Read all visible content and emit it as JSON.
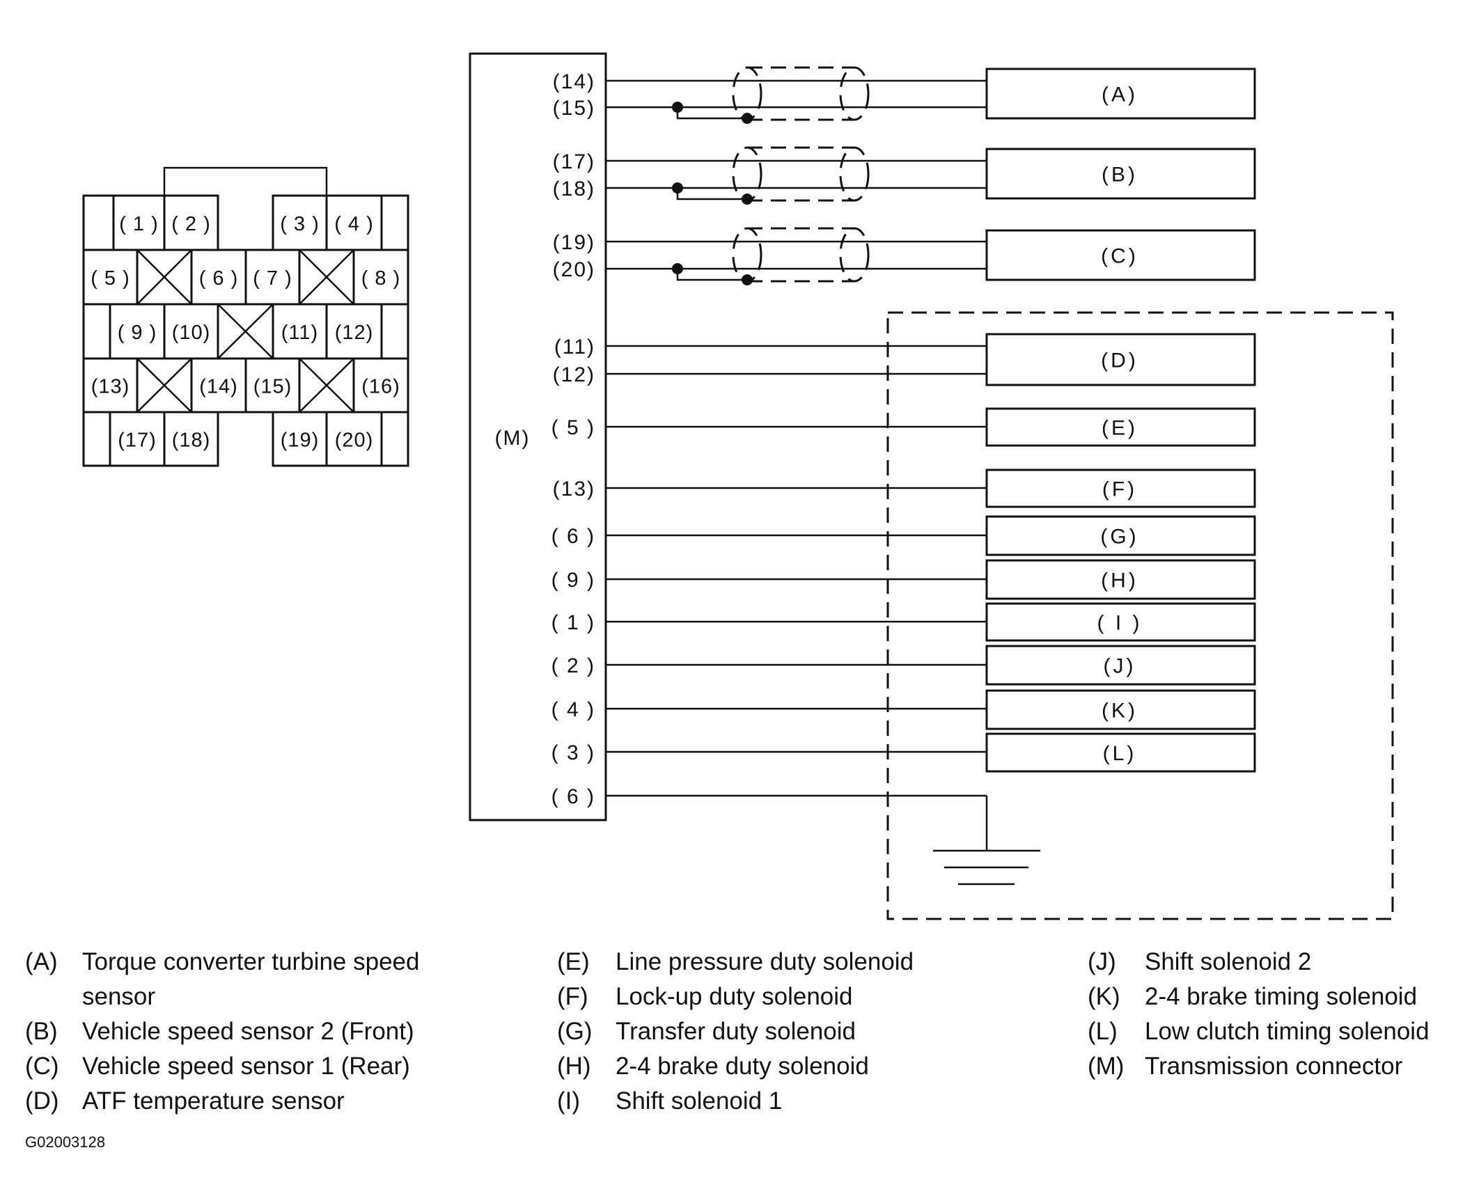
{
  "connector_face": {
    "rows": [
      [
        {
          "pin": "( 1 )"
        },
        {
          "pin": "( 2 )"
        },
        {
          "pin": "( 3 )"
        },
        {
          "pin": "( 4 )"
        }
      ],
      [
        {
          "pin": "( 5 )"
        },
        {
          "pin": "( 6 )"
        },
        {
          "pin": "( 7 )"
        },
        {
          "pin": "( 8 )"
        }
      ],
      [
        {
          "pin": "( 9 )"
        },
        {
          "pin": "(10)"
        },
        {
          "pin": "(11)"
        },
        {
          "pin": "(12)"
        }
      ],
      [
        {
          "pin": "(13)"
        },
        {
          "pin": "(14)"
        },
        {
          "pin": "(15)"
        },
        {
          "pin": "(16)"
        }
      ],
      [
        {
          "pin": "(17)"
        },
        {
          "pin": "(18)"
        },
        {
          "pin": "(19)"
        },
        {
          "pin": "(20)"
        }
      ]
    ]
  },
  "connector_m": {
    "label": "(M)"
  },
  "wires": [
    {
      "pin": "(14)",
      "component": "(A)"
    },
    {
      "pin": "(15)",
      "component": "(A)"
    },
    {
      "pin": "(17)",
      "component": "(B)"
    },
    {
      "pin": "(18)",
      "component": "(B)"
    },
    {
      "pin": "(19)",
      "component": "(C)"
    },
    {
      "pin": "(20)",
      "component": "(C)"
    },
    {
      "pin": "(11)",
      "component": "(D)"
    },
    {
      "pin": "(12)",
      "component": "(D)"
    },
    {
      "pin": "( 5 )",
      "component": "(E)"
    },
    {
      "pin": "(13)",
      "component": "(F)"
    },
    {
      "pin": "( 6 )",
      "component": "(G)"
    },
    {
      "pin": "( 9 )",
      "component": "(H)"
    },
    {
      "pin": "( 1 )",
      "component": "( I )"
    },
    {
      "pin": "( 2 )",
      "component": "(J)"
    },
    {
      "pin": "( 4 )",
      "component": "(K)"
    },
    {
      "pin": "( 3 )",
      "component": "(L)"
    },
    {
      "pin": "( 6 )",
      "component": "ground"
    }
  ],
  "components": [
    {
      "label": "(A)"
    },
    {
      "label": "(B)"
    },
    {
      "label": "(C)"
    },
    {
      "label": "(D)"
    },
    {
      "label": "(E)"
    },
    {
      "label": "(F)"
    },
    {
      "label": "(G)"
    },
    {
      "label": "(H)"
    },
    {
      "label": "( I )"
    },
    {
      "label": "(J)"
    },
    {
      "label": "(K)"
    },
    {
      "label": "(L)"
    }
  ],
  "legend": {
    "col1": [
      {
        "key": "(A)",
        "text": [
          "Torque converter turbine speed",
          "sensor"
        ]
      },
      {
        "key": "(B)",
        "text": [
          "Vehicle speed sensor 2 (Front)"
        ]
      },
      {
        "key": "(C)",
        "text": [
          "Vehicle speed sensor 1 (Rear)"
        ]
      },
      {
        "key": "(D)",
        "text": [
          "ATF temperature sensor"
        ]
      }
    ],
    "col2": [
      {
        "key": "(E)",
        "text": [
          "Line pressure duty solenoid"
        ]
      },
      {
        "key": "(F)",
        "text": [
          "Lock-up duty solenoid"
        ]
      },
      {
        "key": "(G)",
        "text": [
          "Transfer duty solenoid"
        ]
      },
      {
        "key": "(H)",
        "text": [
          "2-4 brake duty solenoid"
        ]
      },
      {
        "key": "(I)",
        "text": [
          "Shift solenoid 1"
        ]
      }
    ],
    "col3": [
      {
        "key": "(J)",
        "text": [
          "Shift solenoid 2"
        ]
      },
      {
        "key": "(K)",
        "text": [
          "2-4 brake timing solenoid"
        ]
      },
      {
        "key": "(L)",
        "text": [
          "Low clutch timing solenoid"
        ]
      },
      {
        "key": "(M)",
        "text": [
          "Transmission connector"
        ]
      }
    ]
  },
  "figure_code": "G02003128"
}
